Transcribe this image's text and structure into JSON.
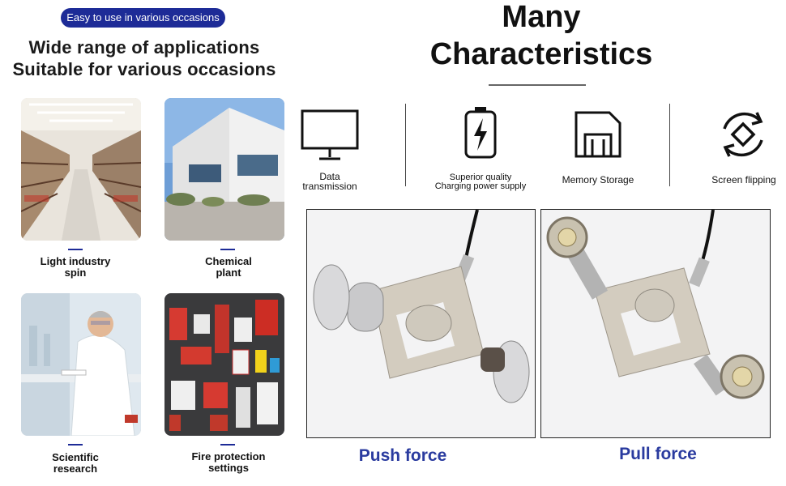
{
  "badge": "Easy to use in various occasions",
  "headline": {
    "line1": "Wide range of applications",
    "line2": "Suitable for various occasions"
  },
  "applications": [
    {
      "label_line1": "Light industry",
      "label_line2": "spin"
    },
    {
      "label_line1": "Chemical",
      "label_line2": "plant"
    },
    {
      "label_line1": "Scientific",
      "label_line2": "research"
    },
    {
      "label_line1": "Fire protection",
      "label_line2": "settings"
    }
  ],
  "title": {
    "line1": "Many",
    "line2": "Characteristics"
  },
  "features": [
    {
      "icon": "monitor-icon",
      "line1": "Data",
      "line2": "transmission"
    },
    {
      "icon": "battery-charging-icon",
      "line1": "Superior quality",
      "line2": "Charging power supply"
    },
    {
      "icon": "floppy-disk-icon",
      "line1": "Memory Storage",
      "line2": ""
    },
    {
      "icon": "screen-rotate-icon",
      "line1": "Screen flipping",
      "line2": ""
    }
  ],
  "force_modes": [
    {
      "label": "Push force"
    },
    {
      "label": "Pull force"
    }
  ],
  "colors": {
    "accent": "#1d2b97",
    "force_label": "#2a3b9f"
  }
}
